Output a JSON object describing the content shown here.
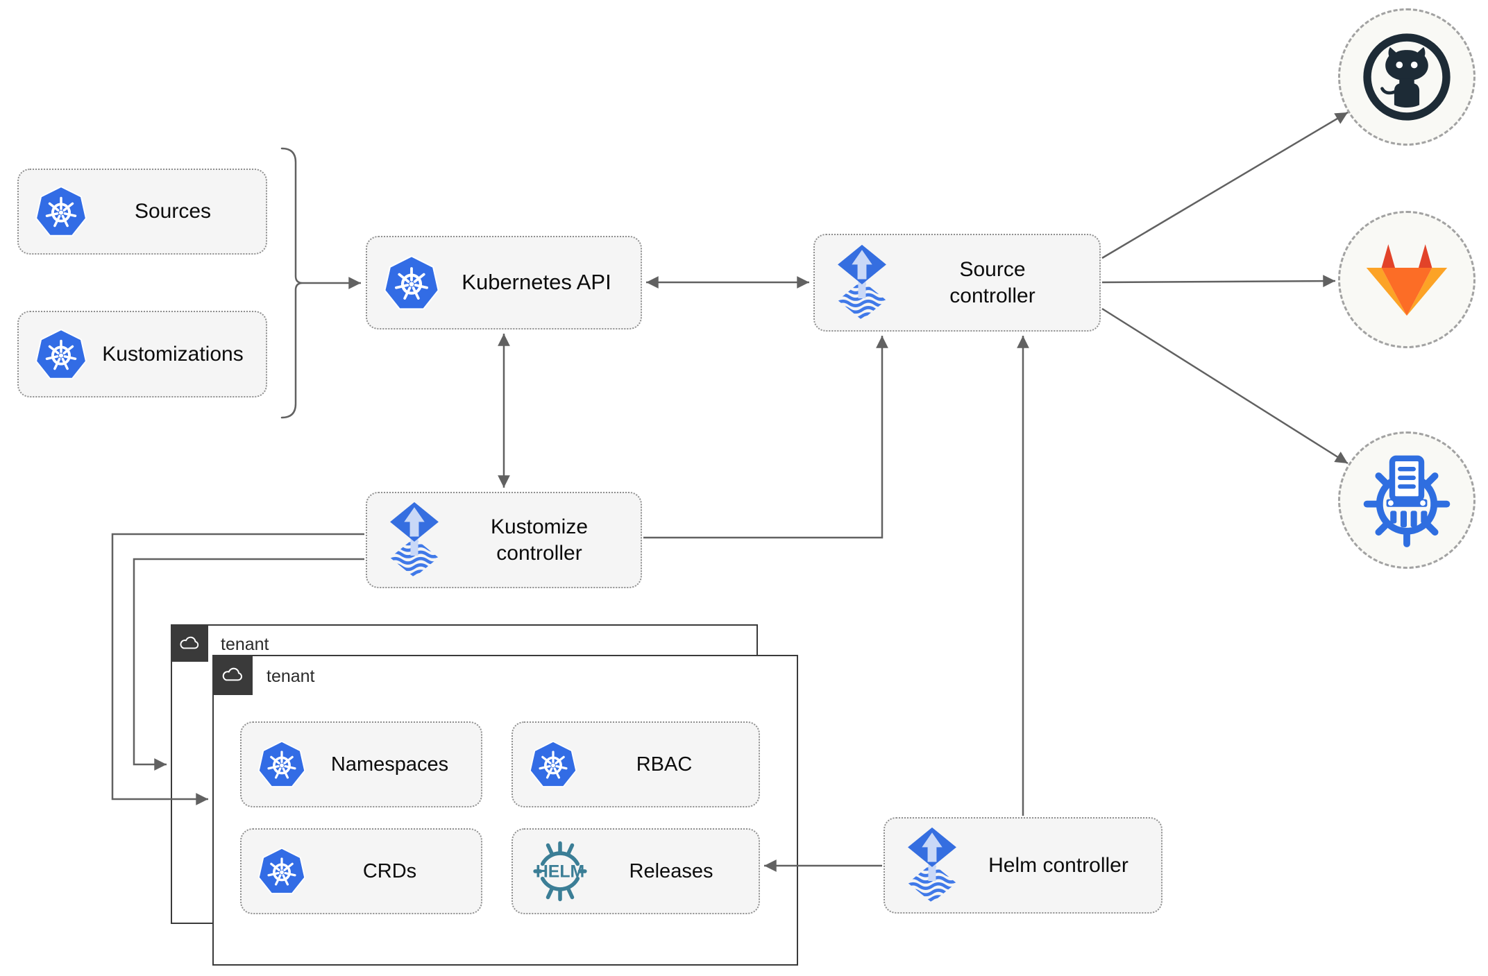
{
  "diagram": {
    "nodes": {
      "sources": "Sources",
      "kustomizations": "Kustomizations",
      "kubernetes_api": "Kubernetes API",
      "source_controller": "Source controller",
      "kustomize_controller": "Kustomize controller",
      "helm_controller": "Helm controller",
      "namespaces": "Namespaces",
      "rbac": "RBAC",
      "crds": "CRDs",
      "releases": "Releases"
    },
    "tenant_back": "tenant",
    "tenant_front": "tenant",
    "helm_text": "HELM",
    "endpoints": [
      "github",
      "gitlab",
      "chartmuseum"
    ],
    "edges": [
      {
        "from": "sources+kustomizations",
        "to": "kubernetes-api",
        "type": "arrow"
      },
      {
        "from": "kubernetes-api",
        "to": "source-controller",
        "type": "double-arrow"
      },
      {
        "from": "kubernetes-api",
        "to": "kustomize-controller",
        "type": "double-arrow"
      },
      {
        "from": "kustomize-controller",
        "to": "source-controller",
        "type": "arrow"
      },
      {
        "from": "kustomize-controller",
        "to": "tenant-front",
        "type": "arrow"
      },
      {
        "from": "kustomize-controller",
        "to": "tenant-back",
        "type": "arrow"
      },
      {
        "from": "helm-controller",
        "to": "source-controller",
        "type": "arrow"
      },
      {
        "from": "helm-controller",
        "to": "releases",
        "type": "arrow"
      },
      {
        "from": "source-controller",
        "to": "github",
        "type": "arrow"
      },
      {
        "from": "source-controller",
        "to": "gitlab",
        "type": "arrow"
      },
      {
        "from": "source-controller",
        "to": "chartmuseum",
        "type": "arrow"
      }
    ],
    "colors": {
      "kubernetes_blue": "#326ce5",
      "flux_blue": "#356ee0",
      "helm_teal": "#3b7e96",
      "chartmuseum_blue": "#2f6ee0",
      "github_dark": "#1d2b36",
      "gitlab_red_orange": "#e24329",
      "gitlab_orange": "#fc6d26",
      "gitlab_light_orange": "#fca326",
      "line_gray": "#616161",
      "node_fill": "#f5f5f5",
      "tenant_border": "#3a3a3a"
    }
  }
}
